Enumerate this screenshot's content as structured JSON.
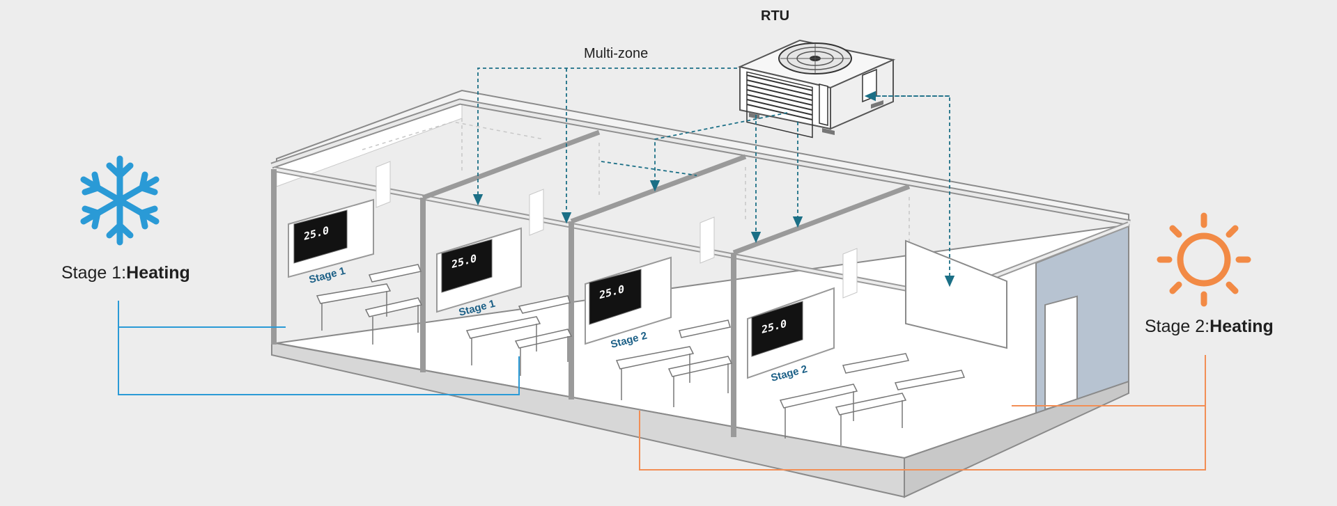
{
  "rtu_label": "RTU",
  "multizone_label": "Multi-zone",
  "left_stage": {
    "prefix": "Stage 1:",
    "mode": "Heating"
  },
  "right_stage": {
    "prefix": "Stage 2:",
    "mode": "Heating"
  },
  "rooms": [
    {
      "stage_label": "Stage 1",
      "thermostat_reading": "25.0"
    },
    {
      "stage_label": "Stage 1",
      "thermostat_reading": "25.0"
    },
    {
      "stage_label": "Stage 2",
      "thermostat_reading": "25.0"
    },
    {
      "stage_label": "Stage 2",
      "thermostat_reading": "25.0"
    }
  ],
  "icons": {
    "left": "snowflake-icon",
    "right": "sun-icon"
  },
  "colors": {
    "background": "#ededed",
    "cooling_line": "#2a9ad6",
    "heating_line": "#f28e55",
    "duct_line": "#1b6f86",
    "snowflake": "#2a9ad6",
    "sun": "#f28a45",
    "wall_accent": "#b7c3d1"
  }
}
